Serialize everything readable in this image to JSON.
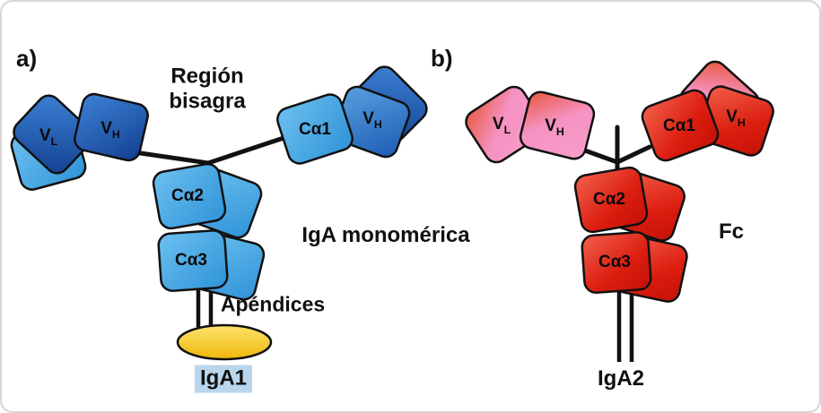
{
  "figure": {
    "description_domain": "Diagram",
    "panel_a": {
      "label": "a)",
      "hinge_label": "Región bisagra",
      "molecule_label": "IgA monomérica",
      "appendices_label": "Apéndices",
      "name_label": "IgA1",
      "domains": {
        "vl": {
          "base": "V",
          "sub": "L"
        },
        "vh_left": {
          "base": "V",
          "sub": "H"
        },
        "ca1": "Cα1",
        "vh_right": {
          "base": "V",
          "sub": "H"
        },
        "ca2": "Cα2",
        "ca3": "Cα3"
      }
    },
    "panel_b": {
      "label": "b)",
      "fc_label": "Fc",
      "name_label": "IgA2",
      "domains": {
        "vl": {
          "base": "V",
          "sub": "L"
        },
        "vh_left": {
          "base": "V",
          "sub": "H"
        },
        "ca1": "Cα1",
        "vh_right": {
          "base": "V",
          "sub": "H"
        },
        "ca2": "Cα2",
        "ca3": "Cα3"
      }
    },
    "colors": {
      "dark_blue": "#1a54ac",
      "light_blue": "#3fa0de",
      "mid_blue": "#2f78c8",
      "pink": "#f48fbc",
      "orange_red_accent": "#e85a36",
      "red": "#e0261a",
      "yellow_ellipse": "#f6c915",
      "iga1_highlight": "#b9d6ec",
      "outline": "#111111"
    }
  }
}
